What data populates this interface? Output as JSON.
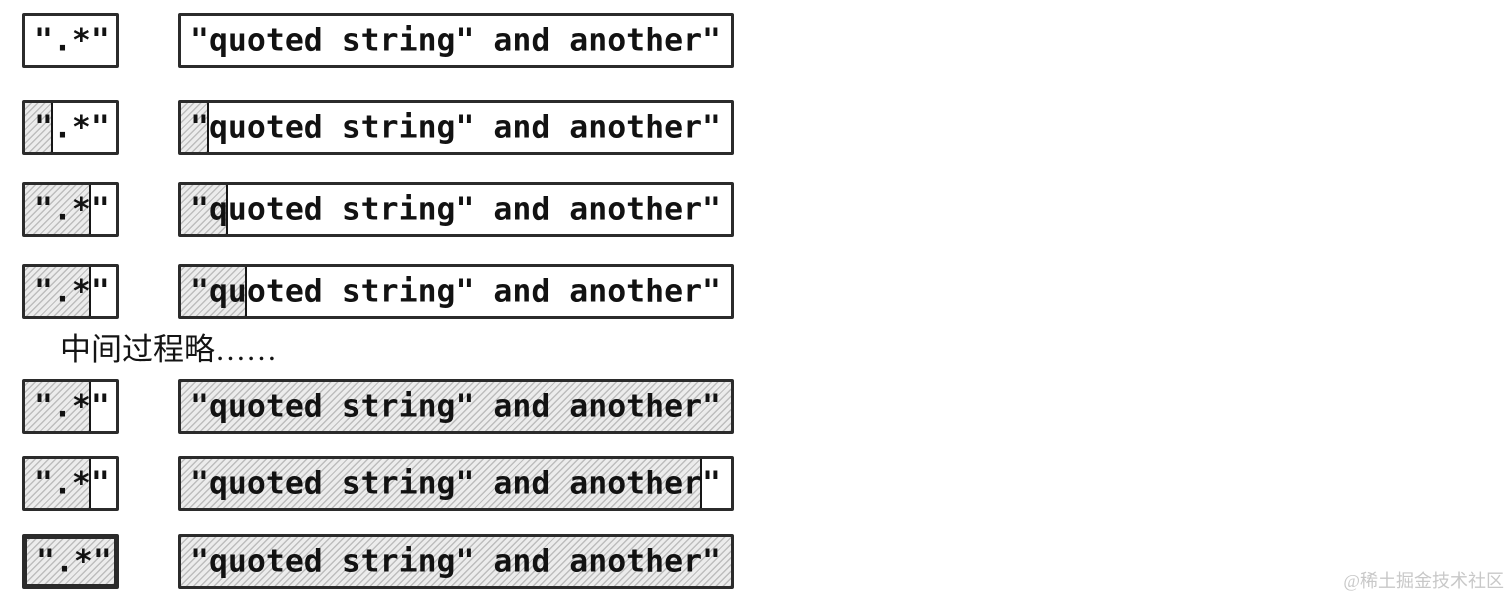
{
  "pattern": {
    "text": "\".*\"",
    "length": 4
  },
  "subject": {
    "text": "\"quoted string\" and another\"",
    "length": 28
  },
  "note": {
    "text": "中间过程略……"
  },
  "watermark": {
    "text": "@稀土掘金技术社区"
  },
  "colors": {
    "border": "#2b2b2b",
    "text": "#121212",
    "hatch_line": "#bdbdbd",
    "hatch_bg": "#ececec",
    "divider": "#161616",
    "watermark": "#c8c8c8"
  },
  "rows": [
    {
      "step": 1,
      "pattern_hatch_chars": 0,
      "subject_hatch_chars": 0
    },
    {
      "step": 2,
      "pattern_hatch_chars": 1,
      "subject_hatch_chars": 1
    },
    {
      "step": 3,
      "pattern_hatch_chars": 3,
      "subject_hatch_chars": 2
    },
    {
      "step": 4,
      "pattern_hatch_chars": 3,
      "subject_hatch_chars": 3
    },
    {
      "step": 5,
      "pattern_hatch_chars": 3,
      "subject_hatch_chars": 28
    },
    {
      "step": 6,
      "pattern_hatch_chars": 3,
      "subject_hatch_chars": 27
    },
    {
      "step": 7,
      "pattern_hatch_chars": 4,
      "subject_hatch_chars": 28
    }
  ]
}
